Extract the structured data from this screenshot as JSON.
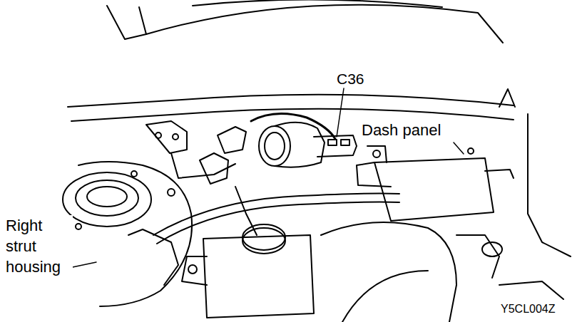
{
  "diagram": {
    "labels": [
      "C36",
      "Dash panel",
      "Right strut housing",
      "Y5CL004Z"
    ]
  }
}
